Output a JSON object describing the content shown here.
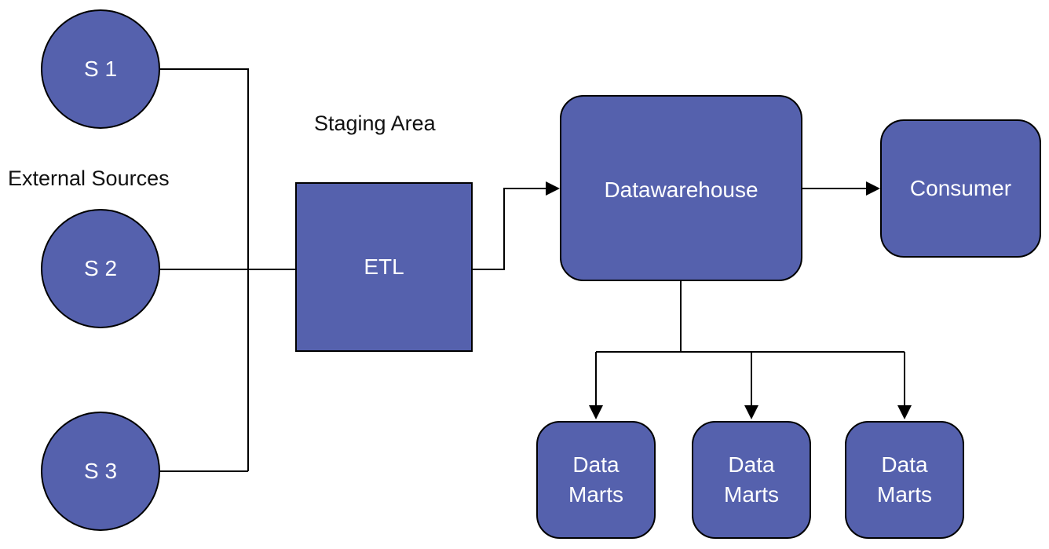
{
  "labels": {
    "external_sources": "External Sources",
    "staging_area": "Staging Area"
  },
  "sources": [
    "S 1",
    "S 2",
    "S 3"
  ],
  "etl": "ETL",
  "warehouse": "Datawarehouse",
  "consumer": "Consumer",
  "data_marts": [
    {
      "line1": "Data",
      "line2": "Marts"
    },
    {
      "line1": "Data",
      "line2": "Marts"
    },
    {
      "line1": "Data",
      "line2": "Marts"
    }
  ],
  "colors": {
    "node_fill": "#5561ad",
    "stroke": "#000000",
    "background": "#ffffff"
  }
}
